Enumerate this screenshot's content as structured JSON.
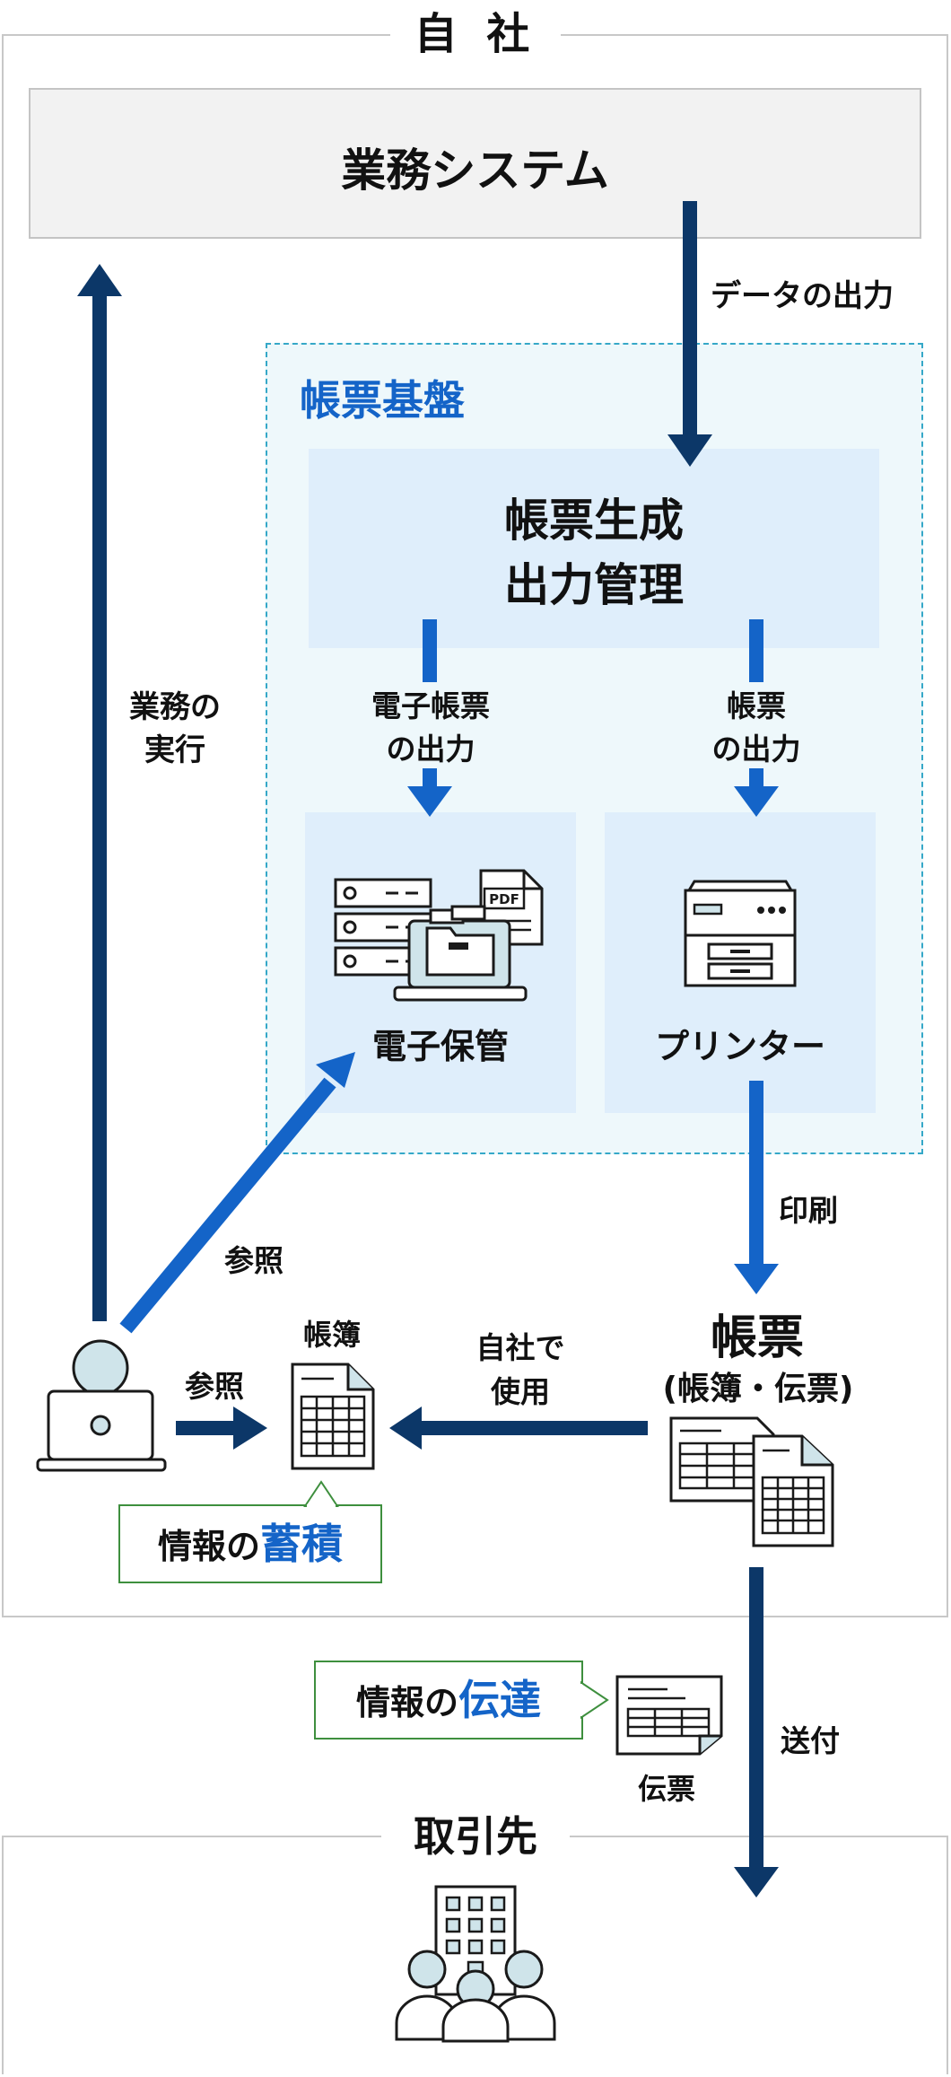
{
  "company": {
    "title": "自 社"
  },
  "business_system": {
    "title": "業務システム"
  },
  "labels": {
    "data_output": "データの出力",
    "business_exec_line1": "業務の",
    "business_exec_line2": "実行",
    "edoc_out_line1": "電子帳票",
    "edoc_out_line2": "の出力",
    "form_out_line1": "帳票",
    "form_out_line2": "の出力",
    "print": "印刷",
    "ref_up": "参照",
    "ref_right": "参照",
    "internal_use_line1": "自社で",
    "internal_use_line2": "使用",
    "send": "送付"
  },
  "platform": {
    "title": "帳票基盤",
    "generator_line1": "帳票生成",
    "generator_line2": "出力管理",
    "e_storage": "電子保管",
    "printer": "プリンター"
  },
  "forms": {
    "title": "帳票",
    "subtitle": "(帳簿・伝票)",
    "ledger": "帳簿",
    "slip": "伝票"
  },
  "callouts": {
    "accumulate_prefix": "情報の",
    "accumulate_emph": "蓄積",
    "transmit_prefix": "情報の",
    "transmit_emph": "伝達"
  },
  "partner": {
    "title": "取引先"
  },
  "icons": {
    "server": "server-icon",
    "laptop_folder": "laptop-folder-icon",
    "pdf": "pdf-document-icon",
    "printer": "printer-icon",
    "user": "user-laptop-icon",
    "ledger": "ledger-document-icon",
    "forms": "forms-documents-icon",
    "slip": "slip-document-icon",
    "building": "building-people-icon"
  },
  "colors": {
    "navy": "#0c3768",
    "blue": "#1464c8",
    "light_blue": "#dfeefb",
    "platform_bg": "#eef8fb",
    "gray_box": "#f2f2f2",
    "green": "#3e8f3e",
    "person": "#cfe4ea"
  }
}
